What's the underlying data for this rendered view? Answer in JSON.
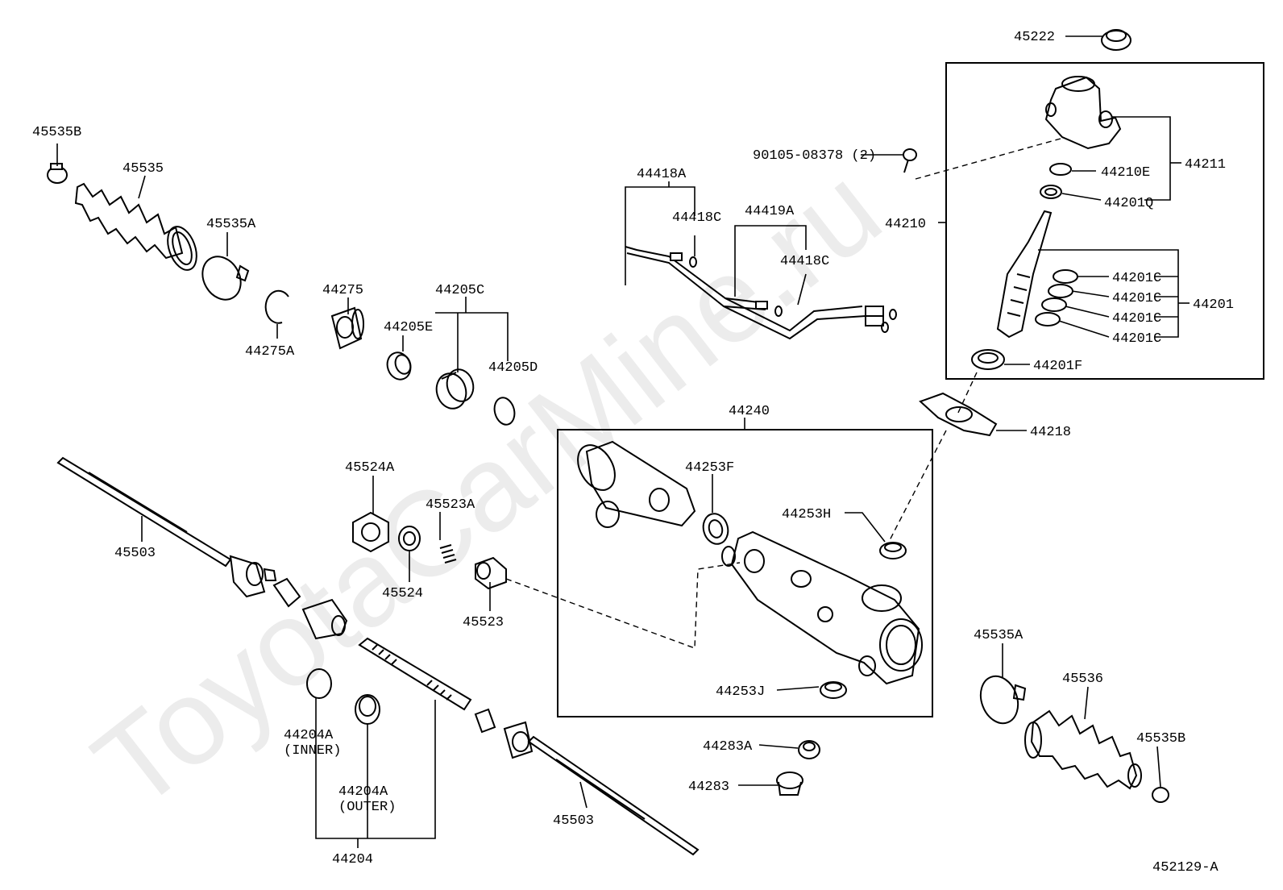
{
  "watermark": "ToyotaCarMine.ru",
  "figure_code": "452129-A",
  "labels": {
    "p45535B_top": "45535B",
    "p45535": "45535",
    "p45535A_top": "45535A",
    "p44275": "44275",
    "p44275A": "44275A",
    "p44205C": "44205C",
    "p44205E": "44205E",
    "p44205D": "44205D",
    "p44418A": "44418A",
    "p44418C_a": "44418C",
    "p44419A": "44419A",
    "p44418C_b": "44418C",
    "bolt": "90105-08378 (2)",
    "p45222": "45222",
    "p44211": "44211",
    "p44210E": "44210E",
    "p44201Q": "44201Q",
    "p44210": "44210",
    "p44201C_1": "44201C",
    "p44201C_2": "44201C",
    "p44201C_3": "44201C",
    "p44201C_4": "44201C",
    "p44201": "44201",
    "p44201F": "44201F",
    "p44218": "44218",
    "p44240": "44240",
    "p44253F": "44253F",
    "p44253H": "44253H",
    "p44253J": "44253J",
    "p45524A": "45524A",
    "p45523A": "45523A",
    "p45524": "45524",
    "p45523": "45523",
    "p45503_top": "45503",
    "p44204A_inner": "44204A",
    "inner_note": "(INNER)",
    "p44204A_outer": "44204A",
    "outer_note": "(OUTER)",
    "p44204": "44204",
    "p45503_bottom": "45503",
    "p44283A": "44283A",
    "p44283": "44283",
    "p45535A_bottom": "45535A",
    "p45536": "45536",
    "p45535B_bottom": "45535B"
  }
}
